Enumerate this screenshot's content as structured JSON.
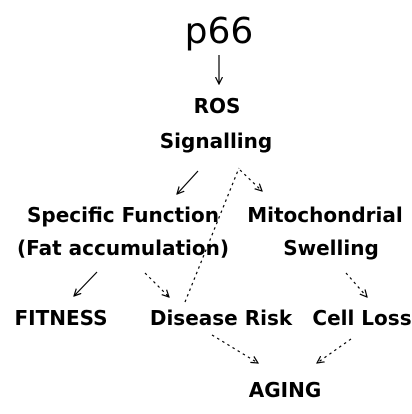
{
  "diagram": {
    "nodes": {
      "p66": "p66",
      "ros_line1": "ROS",
      "ros_line2": "Signalling",
      "specific_line1": "Specific Function",
      "specific_line2": "(Fat accumulation)",
      "mito_line1": "Mitochondrial",
      "mito_line2": "Swelling",
      "fitness": "FITNESS",
      "disease_risk": "Disease Risk",
      "cell_loss": "Cell Loss",
      "aging": "AGING"
    },
    "edges": [
      {
        "from": "p66",
        "to": "ROS Signalling",
        "style": "solid"
      },
      {
        "from": "ROS Signalling",
        "to": "Specific Function (Fat accumulation)",
        "style": "solid"
      },
      {
        "from": "ROS Signalling",
        "to": "Mitochondrial Swelling",
        "style": "dashed"
      },
      {
        "from": "Specific Function (Fat accumulation)",
        "to": "FITNESS",
        "style": "solid"
      },
      {
        "from": "Specific Function (Fat accumulation)",
        "to": "Disease Risk",
        "style": "dashed"
      },
      {
        "from": "Disease Risk",
        "to": "ROS Signalling",
        "style": "dashed"
      },
      {
        "from": "Mitochondrial Swelling",
        "to": "Cell Loss",
        "style": "dashed"
      },
      {
        "from": "Disease Risk",
        "to": "AGING",
        "style": "dashed"
      },
      {
        "from": "Cell Loss",
        "to": "AGING",
        "style": "dashed"
      }
    ]
  }
}
